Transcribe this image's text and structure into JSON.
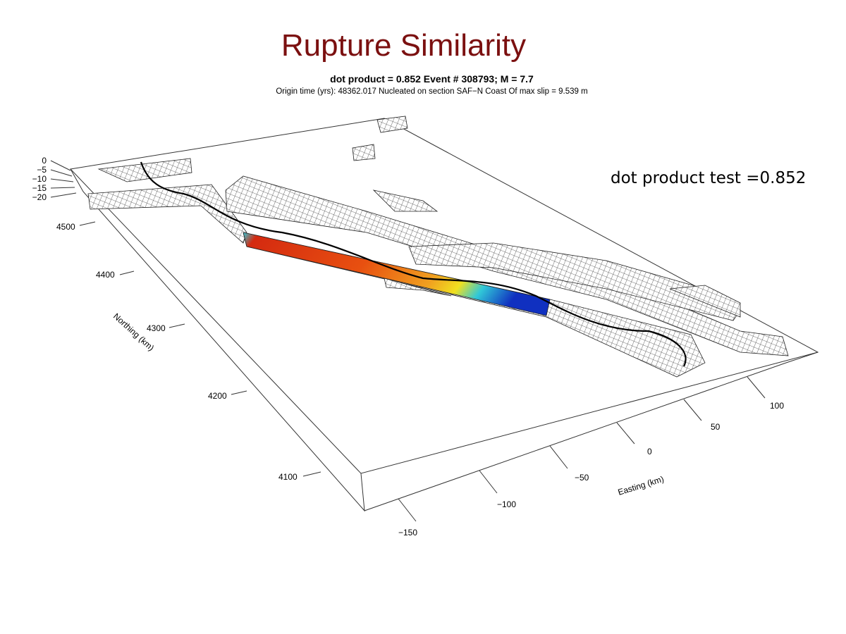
{
  "title": "Rupture Similarity",
  "subtitle_line1": "dot product =  0.852   Event # 308793;  M = 7.7",
  "subtitle_line2": "Origin time (yrs): 48362.017   Nucleated on section SAF−N  Coast  Of   max slip = 9.539 m",
  "annotation": "dot product test =0.852",
  "chart_data": {
    "type": "3d-surface",
    "title": "Rupture Similarity",
    "dot_product": 0.852,
    "event_number": 308793,
    "magnitude": 7.7,
    "origin_time_yrs": 48362.017,
    "nucleation_section": "SAF-N Coast Of",
    "max_slip_m": 9.539,
    "xlabel": "Easting (km)",
    "ylabel": "Northing (km)",
    "zlabel": "",
    "x_ticks": [
      "−150",
      "−100",
      "−50",
      "0",
      "50",
      "100"
    ],
    "y_ticks": [
      "4100",
      "4200",
      "4300",
      "4400",
      "4500"
    ],
    "z_ticks": [
      "0",
      "−5",
      "−10",
      "−15",
      "−20"
    ],
    "colors": {
      "high_slip": "#d42a10",
      "mid_slip": "#f0e020",
      "low_slip": "#30c8d8",
      "lowest_slip": "#1030c0"
    }
  }
}
